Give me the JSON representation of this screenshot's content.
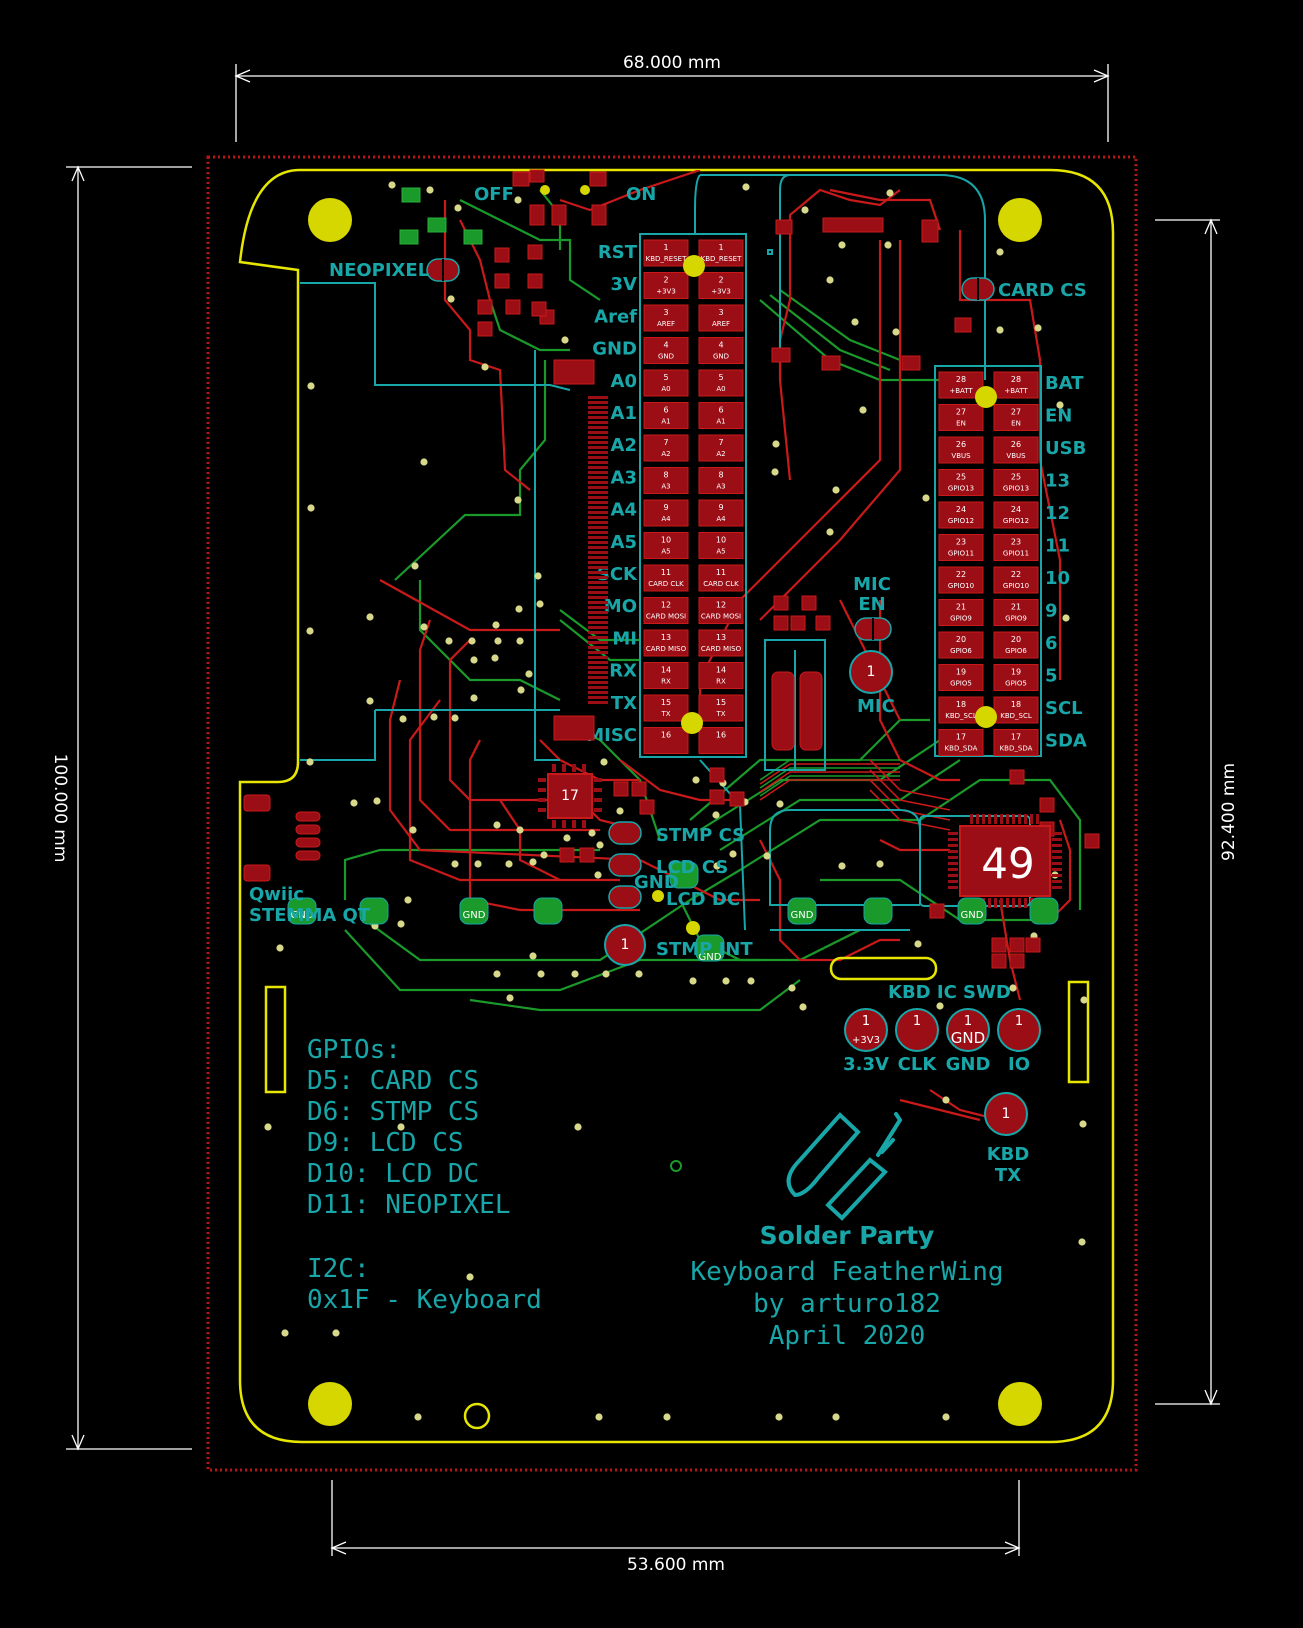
{
  "dimensions": {
    "top": "68.000 mm",
    "left": "100.000 mm",
    "right": "92.400 mm",
    "bottom": "53.600 mm"
  },
  "power_switch": {
    "off": "OFF",
    "on": "ON"
  },
  "labels": {
    "neopixel": "NEOPIXEL",
    "card_cs": "CARD CS",
    "mic_en_1": "MIC",
    "mic_en_2": "EN",
    "mic": "MIC",
    "stmp_cs": "STMP CS",
    "lcd_cs": "LCD CS",
    "lcd_dc": "LCD DC",
    "stmp_int": "STMP INT",
    "gnd": "GND",
    "qwiic_1": "Qwiic",
    "qwiic_2": "STEMMA QT",
    "kbd_ic_swd": "KBD IC SWD",
    "kbd_tx_1": "KBD",
    "kbd_tx_2": "TX",
    "chip_49": "49",
    "chip_17": "17"
  },
  "left_header_labels": [
    "RST",
    "3V",
    "Aref",
    "GND",
    "A0",
    "A1",
    "A2",
    "A3",
    "A4",
    "A5",
    "SCK",
    "MO",
    "MI",
    "RX",
    "TX",
    "MISC"
  ],
  "right_header_labels": [
    "BAT",
    "EN",
    "USB",
    "13",
    "12",
    "11",
    "10",
    "9",
    "6",
    "5",
    "SCL",
    "SDA"
  ],
  "left_header_pads": [
    {
      "n": "1",
      "t": "KBD_RESET"
    },
    {
      "n": "2",
      "t": "+3V3"
    },
    {
      "n": "3",
      "t": "AREF"
    },
    {
      "n": "4",
      "t": "GND"
    },
    {
      "n": "5",
      "t": "A0"
    },
    {
      "n": "6",
      "t": "A1"
    },
    {
      "n": "7",
      "t": "A2"
    },
    {
      "n": "8",
      "t": "A3"
    },
    {
      "n": "9",
      "t": "A4"
    },
    {
      "n": "10",
      "t": "A5"
    },
    {
      "n": "11",
      "t": "CARD CLK"
    },
    {
      "n": "12",
      "t": "CARD MOSI"
    },
    {
      "n": "13",
      "t": "CARD MISO"
    },
    {
      "n": "14",
      "t": "RX"
    },
    {
      "n": "15",
      "t": "TX"
    },
    {
      "n": "16",
      "t": ""
    }
  ],
  "right_header_pads": [
    {
      "n": "28",
      "t": "+BATT"
    },
    {
      "n": "27",
      "t": "EN"
    },
    {
      "n": "26",
      "t": "VBUS"
    },
    {
      "n": "25",
      "t": "GPIO13"
    },
    {
      "n": "24",
      "t": "GPIO12"
    },
    {
      "n": "23",
      "t": "GPIO11"
    },
    {
      "n": "22",
      "t": "GPIO10"
    },
    {
      "n": "21",
      "t": "GPIO9"
    },
    {
      "n": "20",
      "t": "GPIO6"
    },
    {
      "n": "19",
      "t": "GPIO5"
    },
    {
      "n": "18",
      "t": "KBD_SCL"
    },
    {
      "n": "17",
      "t": "KBD_SDA"
    }
  ],
  "swd_pads": [
    {
      "n": "1",
      "inner": "+3V3",
      "label": "3.3V"
    },
    {
      "n": "1",
      "inner": "",
      "label": "CLK"
    },
    {
      "n": "1",
      "inner": "GND",
      "label": "GND"
    },
    {
      "n": "1",
      "inner": "",
      "label": "IO"
    }
  ],
  "notes": {
    "gpio_lines": [
      "GPIOs:",
      "D5: CARD CS",
      "D6: STMP CS",
      "D9: LCD CS",
      "D10: LCD DC",
      "D11: NEOPIXEL"
    ],
    "i2c_lines": [
      "I2C:",
      "0x1F - Keyboard"
    ]
  },
  "credits": {
    "brand": "Solder Party",
    "line1": "Keyboard FeatherWing",
    "line2": "by arturo182",
    "line3": "April 2020"
  },
  "colors": {
    "background": "#000000",
    "copper_front": "#c81a1a",
    "copper_back": "#1a9a2a",
    "pad": "#9c0e16",
    "silkscreen": "#18a6a8",
    "outline": "#e6e600",
    "hole": "#d6d600"
  }
}
